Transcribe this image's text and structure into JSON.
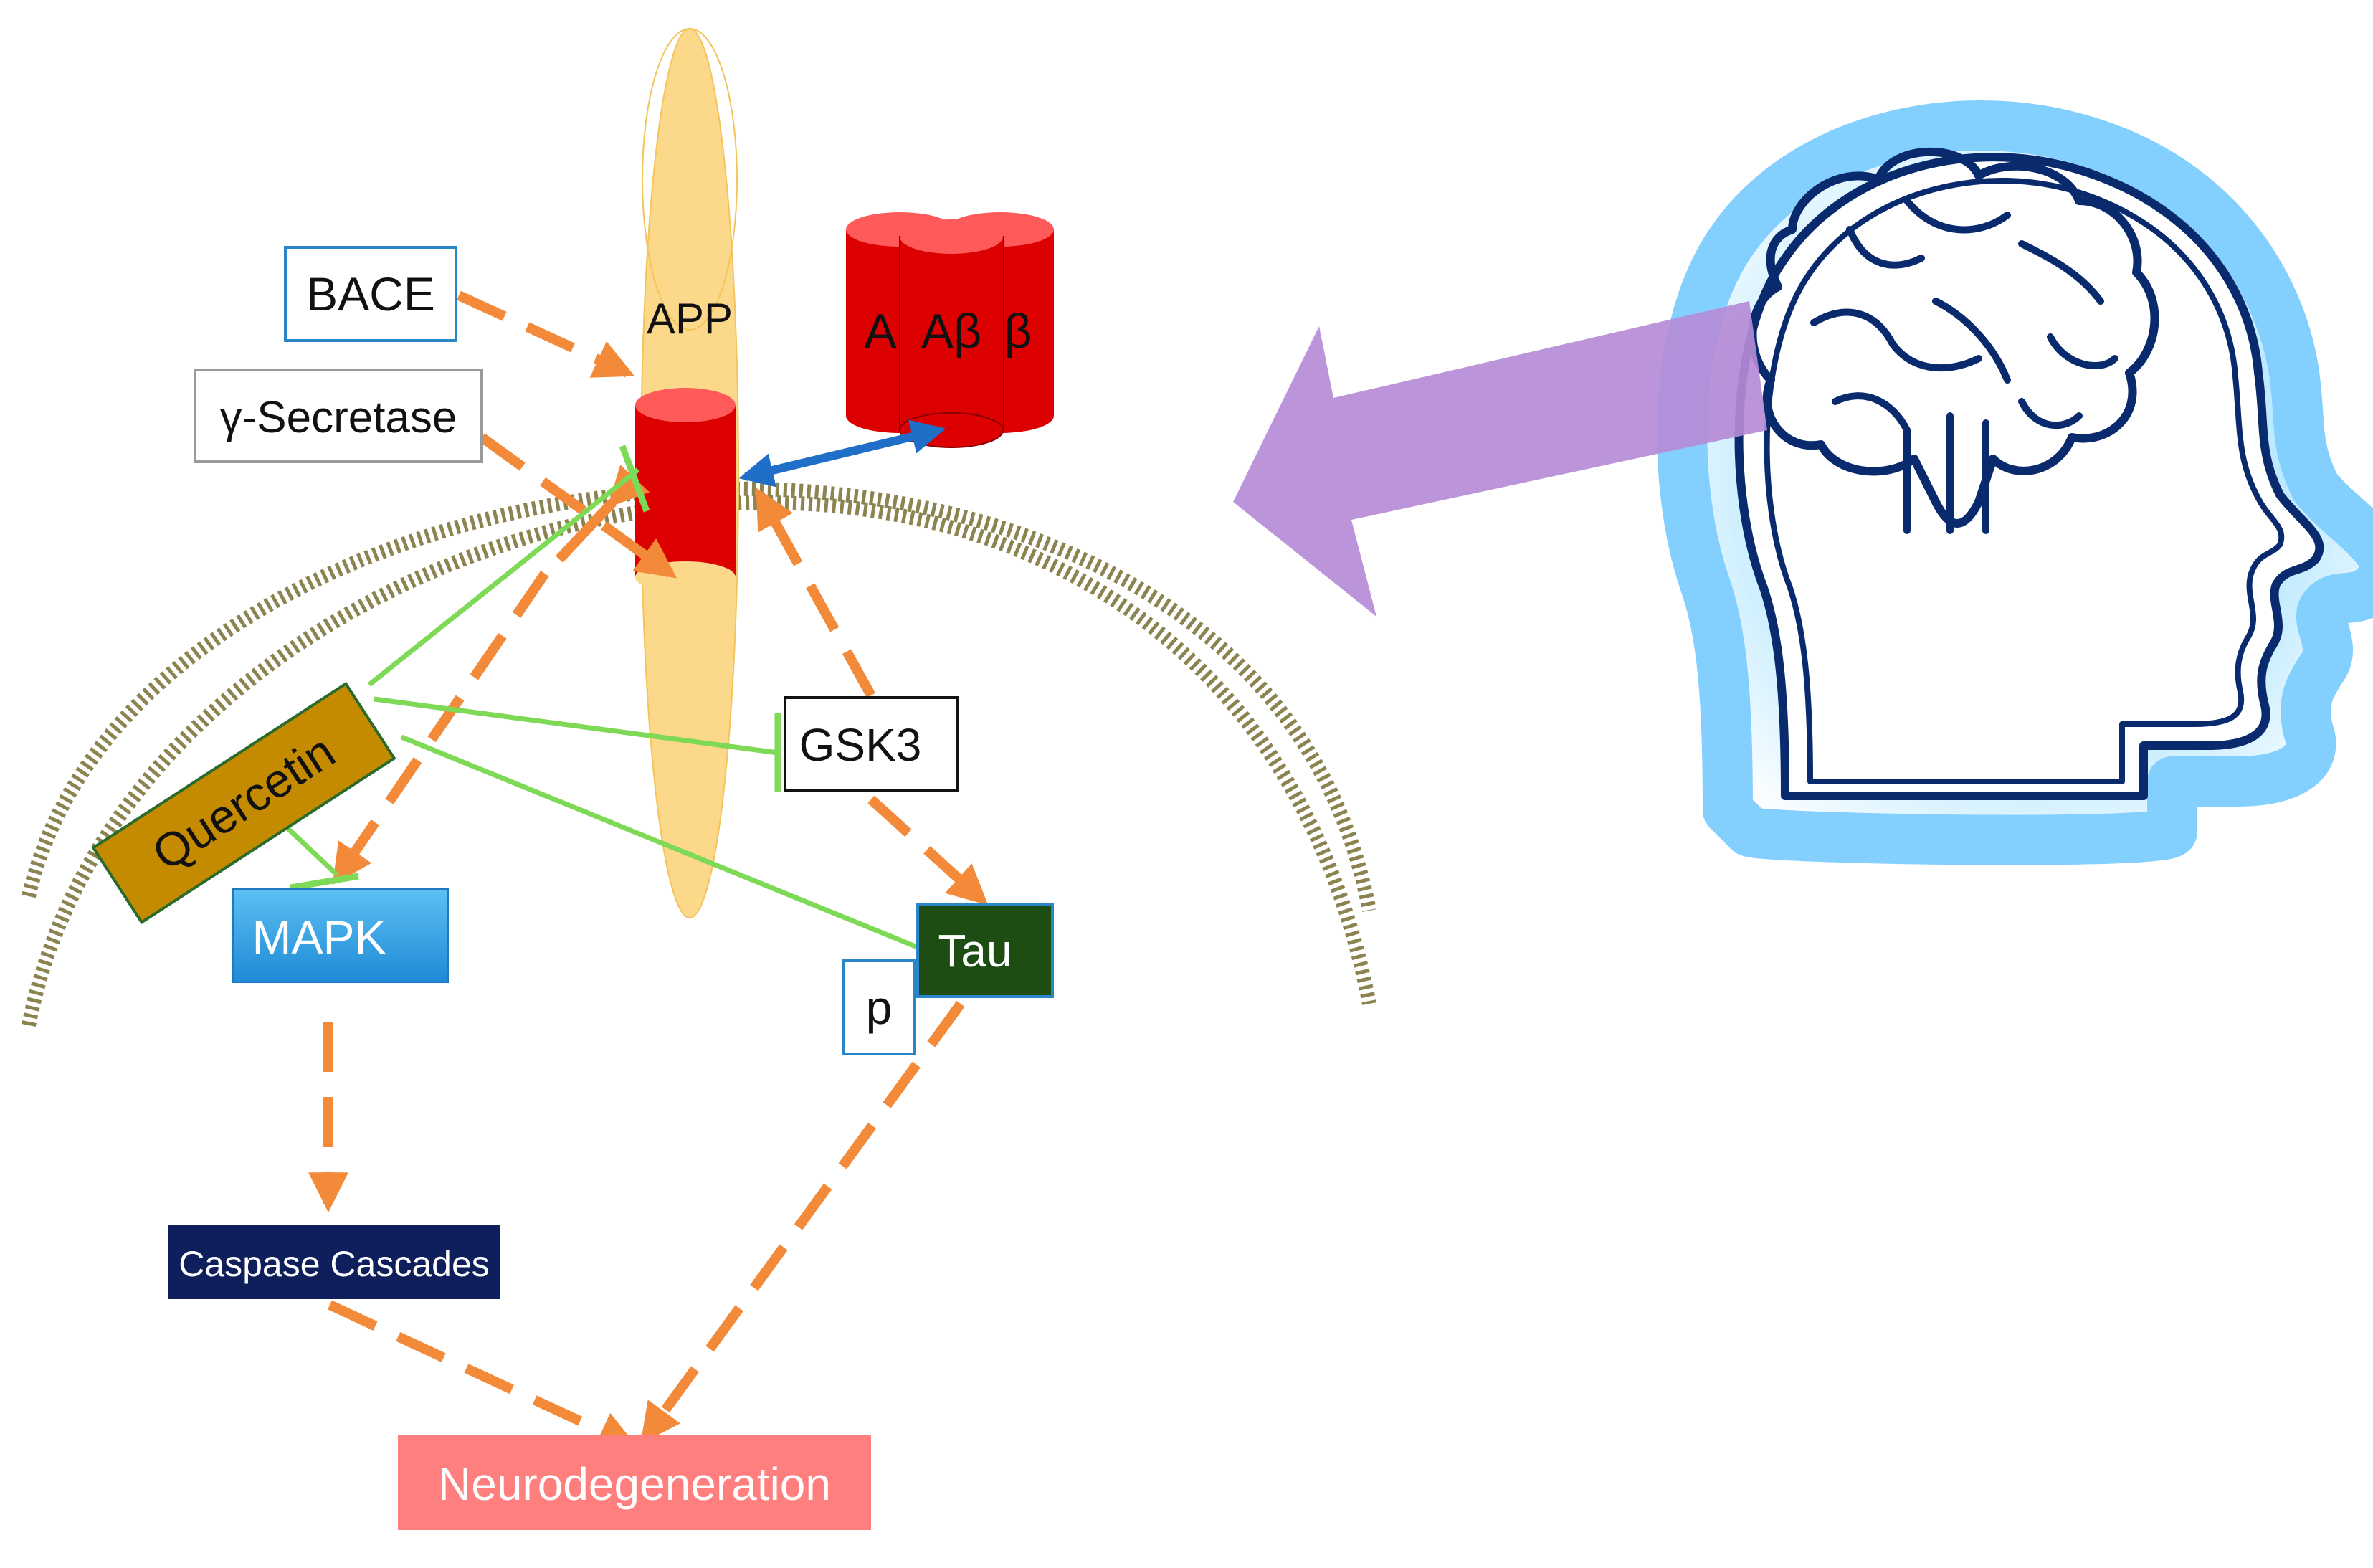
{
  "labels": {
    "bace": "BACE",
    "gamma_secretase": "γ-Secretase",
    "app": "APP",
    "abeta_left": "A",
    "abeta_center": "Aβ",
    "abeta_right": "β",
    "quercetin": "Quercetin",
    "gsk3": "GSK3",
    "mapk": "MAPK",
    "tau": "Tau",
    "phospho": "p",
    "caspase": "Caspase Cascades",
    "neuro": "Neurodegeneration"
  },
  "colors": {
    "activation_arrow": "#f28a3a",
    "inhibition_line": "#7ed957",
    "binding_arrow": "#1f6fc8",
    "membrane": "#8c8450",
    "app_body": "#fcd88a",
    "abeta_red": "#dd0000",
    "quercetin_fill": "#c48a00",
    "mapk_fill": "#2a9de0",
    "tau_fill": "#1e4d14",
    "caspase_fill": "#0f1f5c",
    "neuro_fill": "#ff7f7f",
    "head_glow": "#6ec8ff",
    "head_outline": "#0a2a6e",
    "pointer_arrow": "#b58bd6"
  }
}
